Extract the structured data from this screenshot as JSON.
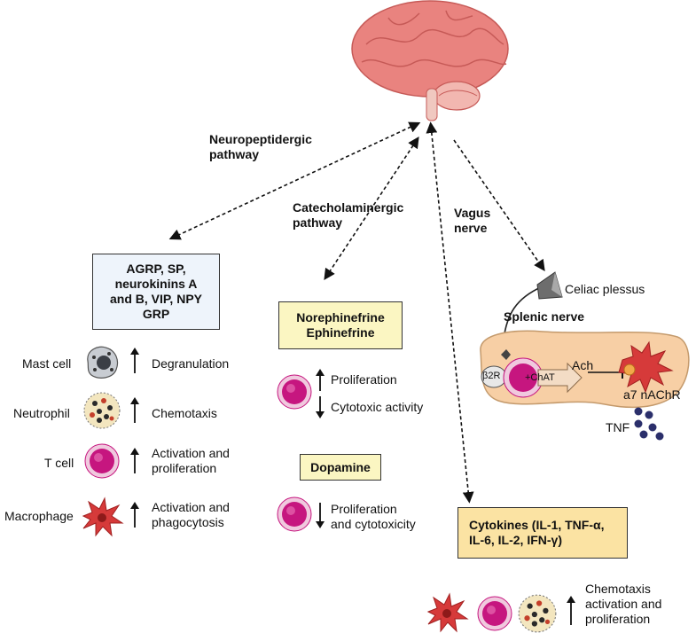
{
  "pathways": {
    "neuropeptidergic": "Neuropeptidergic\npathway",
    "catecholaminergic": "Catecholaminergic\npathway",
    "vagus": "Vagus\nnerve"
  },
  "neuropeptide_box": "AGRP, SP,\nneurokinins A\nand B, VIP, NPY\nGRP",
  "catecholamine_box": "Norephinefrine\nEphinefrine",
  "dopamine_box": "Dopamine",
  "cytokines_box": "Cytokines (IL-1, TNF-α,\nIL-6, IL-2, IFN-γ)",
  "neuropeptide_effects": [
    {
      "cell": "Mast cell",
      "effect": "Degranulation",
      "direction": "up"
    },
    {
      "cell": "Neutrophil",
      "effect": "Chemotaxis",
      "direction": "up"
    },
    {
      "cell": "T cell",
      "effect": "Activation and\nproliferation",
      "direction": "up"
    },
    {
      "cell": "Macrophage",
      "effect": "Activation and\nphagocytosis",
      "direction": "up"
    }
  ],
  "catecholamine_effects": [
    {
      "effect": "Proliferation",
      "direction": "up"
    },
    {
      "effect": "Cytotoxic activity",
      "direction": "down"
    }
  ],
  "dopamine_effect": {
    "effect": "Proliferation\nand cytotoxicity",
    "direction": "down"
  },
  "spleen": {
    "celiac": "Celiac plessus",
    "splenic": "Splenic nerve",
    "b2r": "β2R",
    "chat": "+ChAT",
    "ach": "Ach",
    "a7": "a7 nAChR",
    "tnf": "TNF"
  },
  "cytokine_effect": "Chemotaxis\nactivation and\nproliferation",
  "colors": {
    "blue_box": "#eef4fb",
    "yellow_box": "#fbf6c2",
    "orange_box": "#fbe3a3",
    "spleen": "#f7cfa5",
    "brain": "#e9837f",
    "tcell": "#c6167f",
    "macrophage": "#d63a3a"
  }
}
